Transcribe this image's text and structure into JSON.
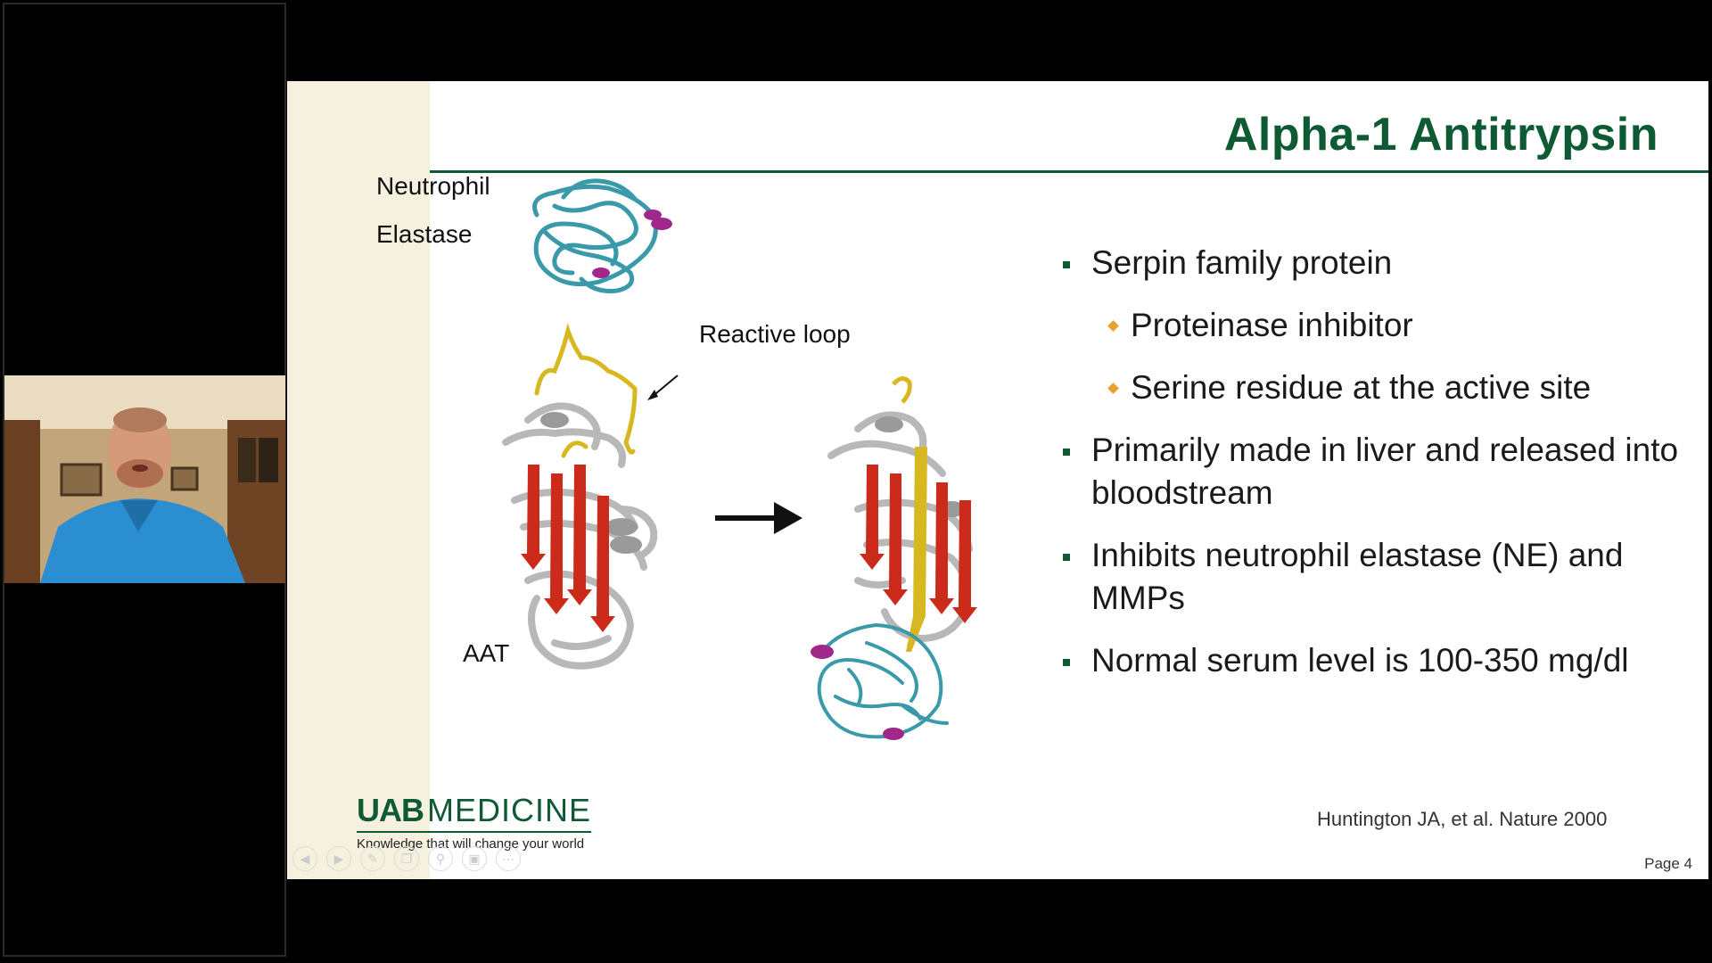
{
  "slide": {
    "title": "Alpha-1 Antitrypsin",
    "labels": {
      "neutrophil": "Neutrophil",
      "elastase": "Elastase",
      "reactive_loop": "Reactive loop",
      "aat": "AAT"
    },
    "bullets": [
      {
        "level": 1,
        "text": "Serpin family protein"
      },
      {
        "level": 2,
        "text": "Proteinase inhibitor"
      },
      {
        "level": 2,
        "text": "Serine residue at the active site"
      },
      {
        "level": 1,
        "text": "Primarily made in liver and released into bloodstream"
      },
      {
        "level": 1,
        "text": "Inhibits neutrophil elastase (NE) and MMPs"
      },
      {
        "level": 1,
        "text": "Normal serum level is 100-350 mg/dl"
      }
    ],
    "citation": "Huntington JA, et al. Nature 2000",
    "page": "Page 4",
    "logo": {
      "mark": "UAB",
      "name": "MEDICINE",
      "tagline": "Knowledge that will change your world"
    }
  },
  "colors": {
    "title_green": "#0e5a34",
    "bullet_orange": "#e8a030",
    "sheet_red": "#cc2a1a",
    "loop_yellow": "#d8b820",
    "elastase_teal": "#3a9aaa",
    "helix_magenta": "#a0288a"
  },
  "icons": [
    "back-icon",
    "forward-icon",
    "pen-icon",
    "copy-icon",
    "zoom-icon",
    "screen-icon",
    "more-icon"
  ]
}
